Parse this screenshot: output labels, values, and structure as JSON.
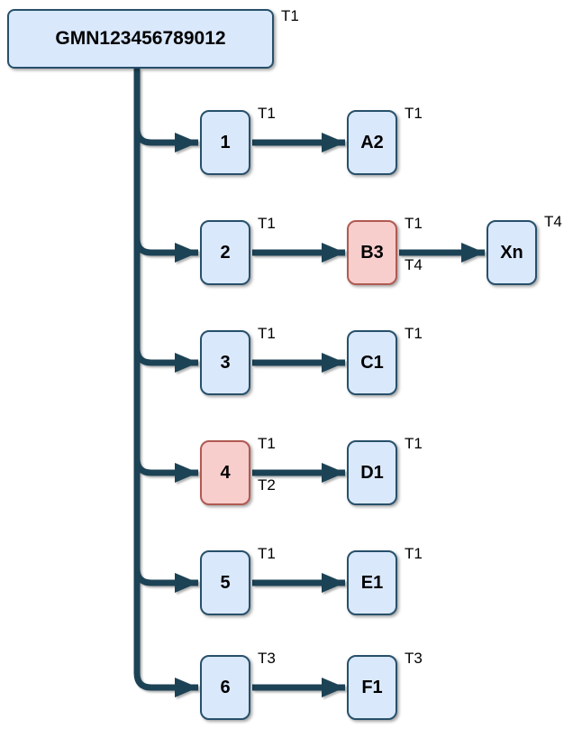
{
  "diagram": {
    "root": {
      "label": "GMN123456789012",
      "tag": "T1"
    },
    "rows": [
      {
        "num": "1",
        "num_style": "blue",
        "num_tags": [
          "T1"
        ],
        "child": "A2",
        "child_style": "blue",
        "child_tags": [
          "T1"
        ]
      },
      {
        "num": "2",
        "num_style": "blue",
        "num_tags": [
          "T1"
        ],
        "child": "B3",
        "child_style": "red",
        "child_tags": [
          "T1",
          "T4"
        ],
        "grand": "Xn",
        "grand_style": "blue",
        "grand_tags": [
          "T4"
        ]
      },
      {
        "num": "3",
        "num_style": "blue",
        "num_tags": [
          "T1"
        ],
        "child": "C1",
        "child_style": "blue",
        "child_tags": [
          "T1"
        ]
      },
      {
        "num": "4",
        "num_style": "red",
        "num_tags": [
          "T1",
          "T2"
        ],
        "child": "D1",
        "child_style": "blue",
        "child_tags": [
          "T1"
        ]
      },
      {
        "num": "5",
        "num_style": "blue",
        "num_tags": [
          "T1"
        ],
        "child": "E1",
        "child_style": "blue",
        "child_tags": [
          "T1"
        ]
      },
      {
        "num": "6",
        "num_style": "blue",
        "num_tags": [
          "T3"
        ],
        "child": "F1",
        "child_style": "blue",
        "child_tags": [
          "T3"
        ]
      }
    ],
    "colors": {
      "node_fill_blue": "#dae8fc",
      "node_border_blue": "#27506b",
      "node_fill_red": "#f8cecc",
      "node_border_red": "#b05a52",
      "connector": "#1f4255",
      "tag_text": "#000000"
    }
  }
}
